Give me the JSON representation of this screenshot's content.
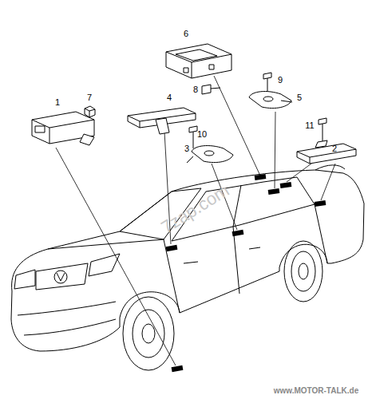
{
  "diagram": {
    "labels": [
      "6",
      "1",
      "7",
      "4",
      "8",
      "9",
      "5",
      "10",
      "3",
      "11",
      "2",
      "7zap.com",
      "www.MOTOR-TALK.de"
    ]
  }
}
